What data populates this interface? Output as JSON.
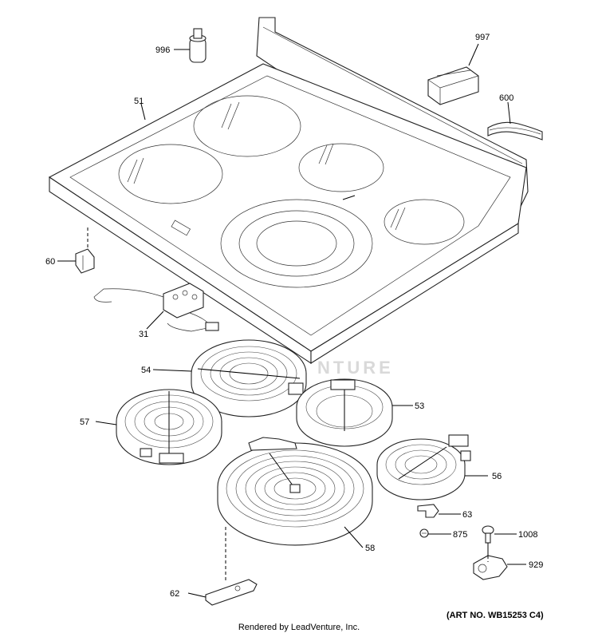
{
  "watermark": "NTURE",
  "art_number": "(ART NO. WB15253 C4)",
  "footer": "Rendered by LeadVenture, Inc.",
  "callouts": {
    "c996": "996",
    "c997": "997",
    "c600": "600",
    "c51": "51",
    "c60": "60",
    "c31": "31",
    "c54": "54",
    "c53": "53",
    "c57": "57",
    "c56": "56",
    "c63": "63",
    "c875": "875",
    "c1008": "1008",
    "c58": "58",
    "c929": "929",
    "c62": "62"
  }
}
